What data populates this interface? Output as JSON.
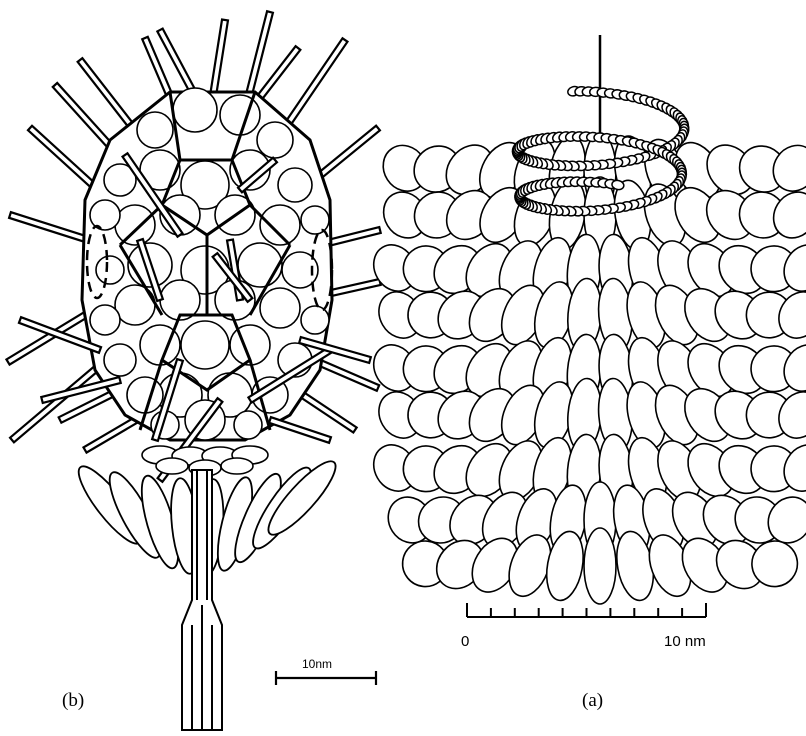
{
  "figure": {
    "panel_b": {
      "label": "(b)",
      "scale_bar": {
        "label": "10nm"
      }
    },
    "panel_a": {
      "label": "(a)",
      "scale_bar": {
        "start_label": "0",
        "end_label": "10 nm",
        "tick_count": 11
      }
    }
  }
}
